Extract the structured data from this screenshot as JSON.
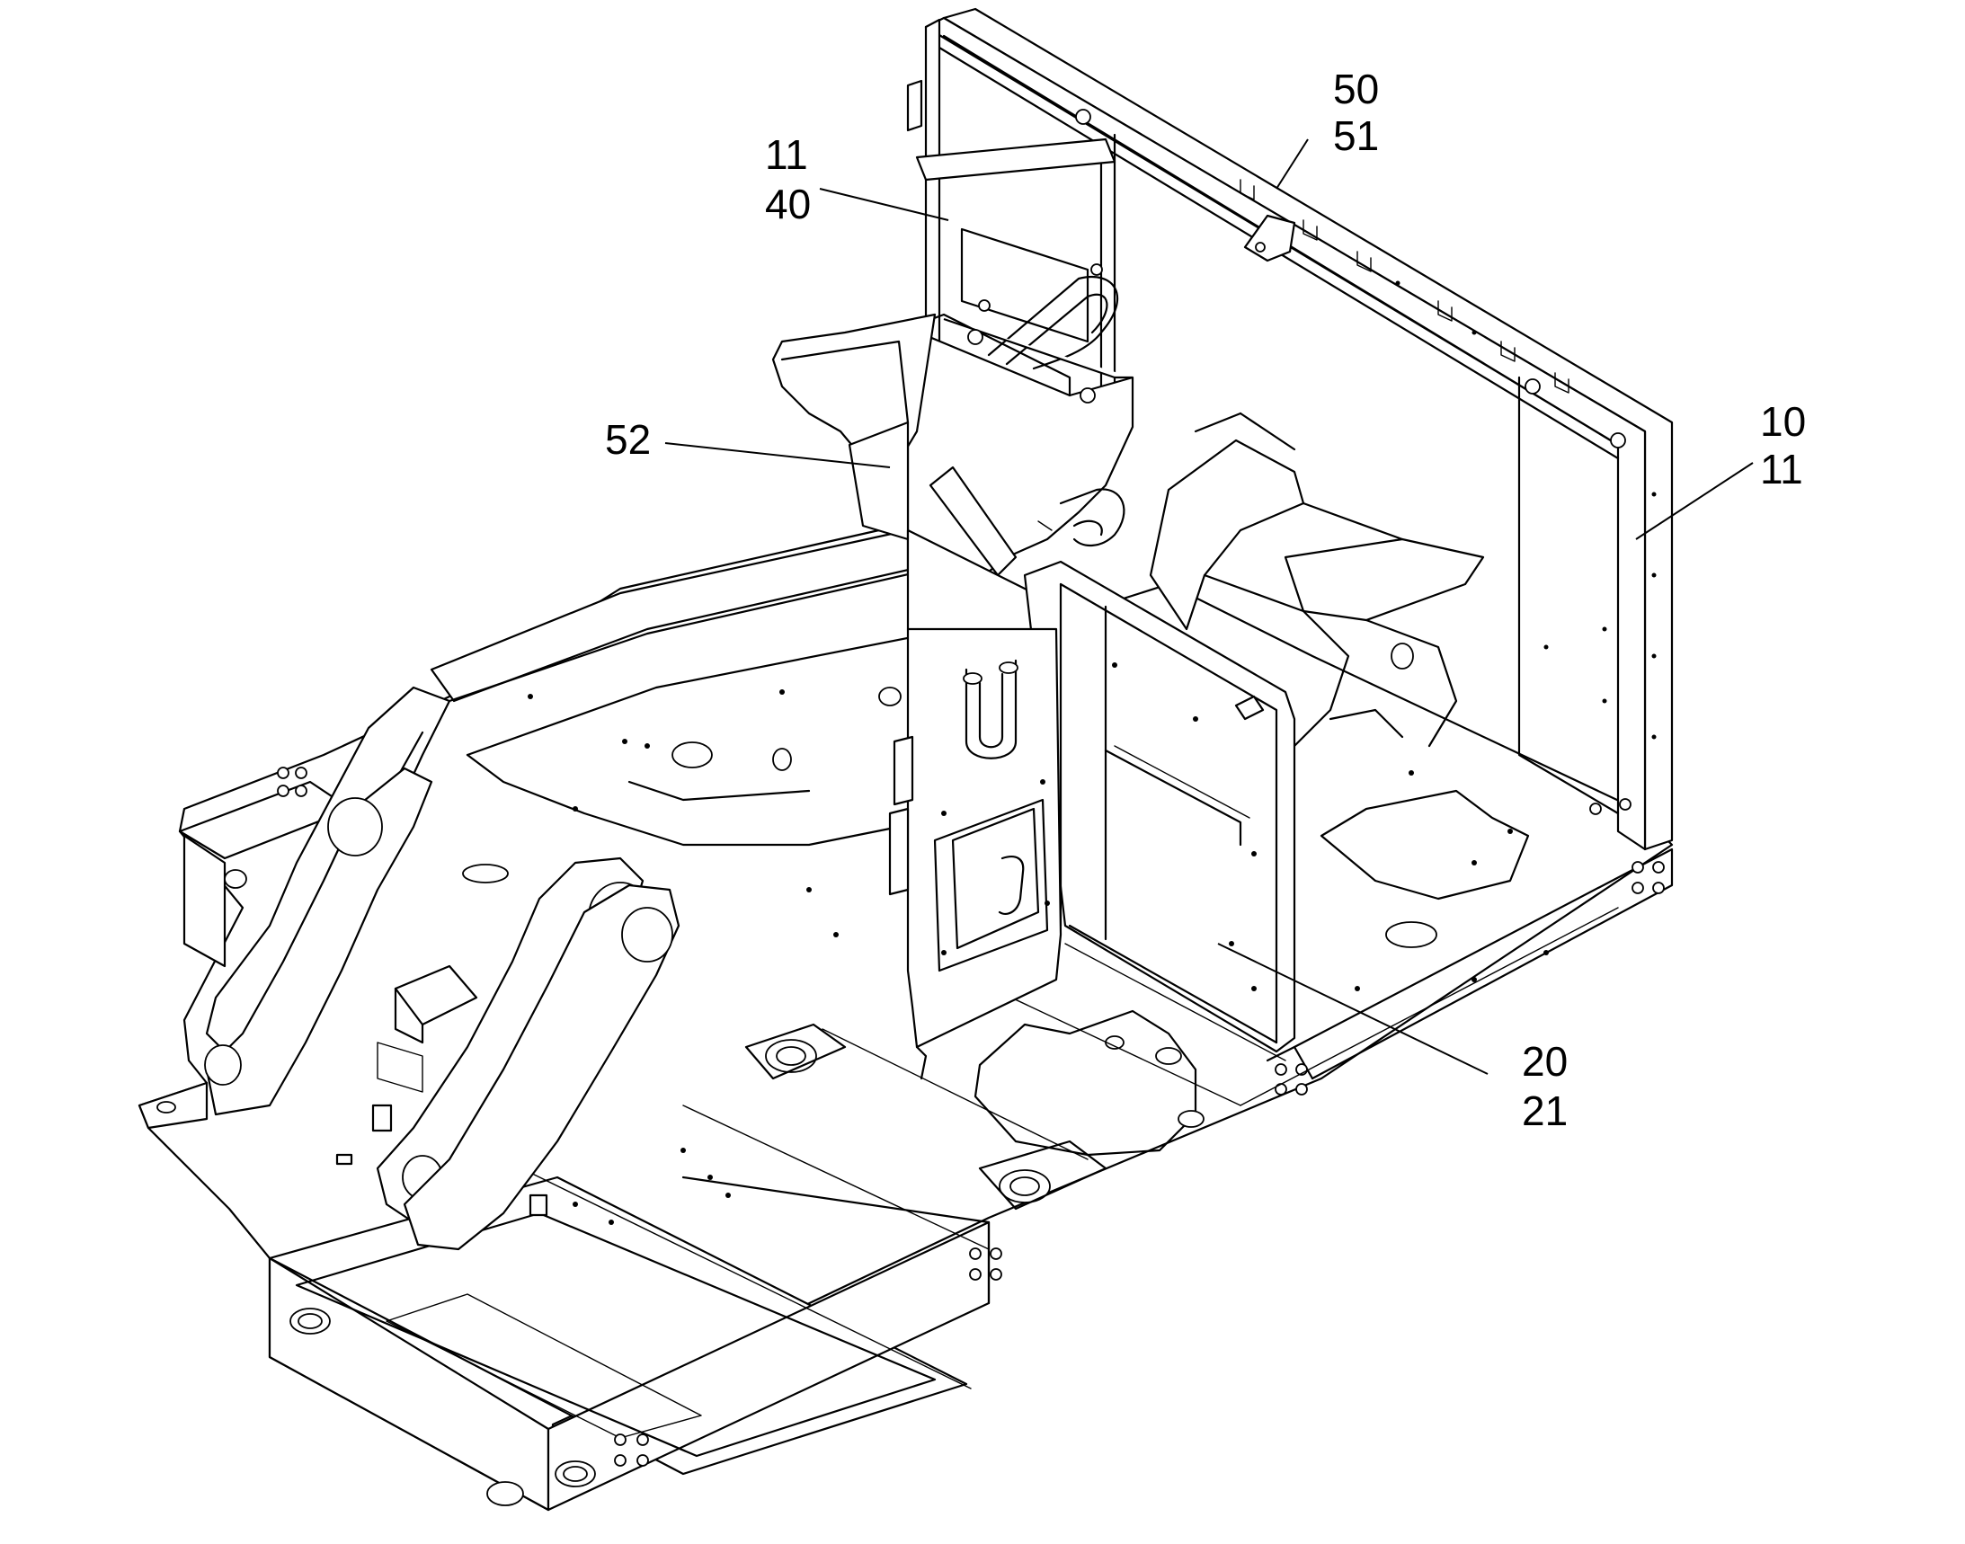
{
  "callouts": {
    "c_50": "50",
    "c_51": "51",
    "c_11_top": "11",
    "c_40": "40",
    "c_52": "52",
    "c_10": "10",
    "c_11_right": "11",
    "c_20": "20",
    "c_21": "21"
  }
}
